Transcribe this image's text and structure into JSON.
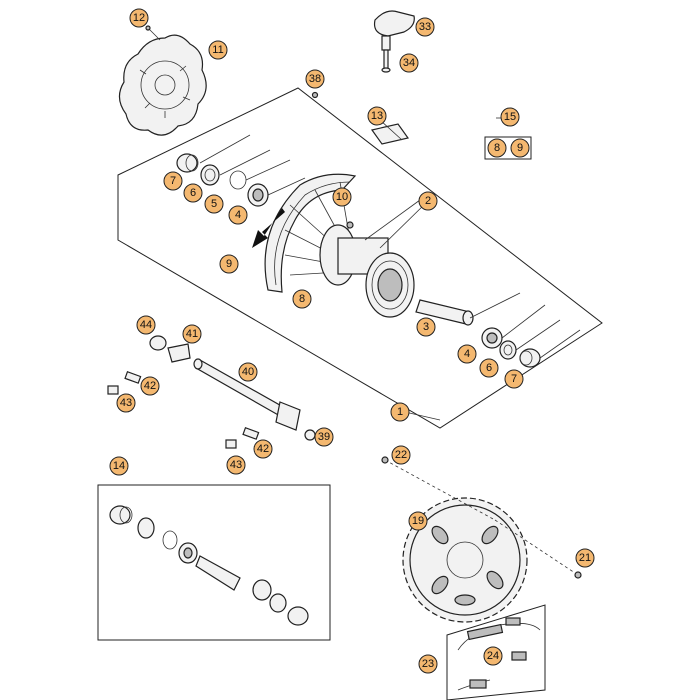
{
  "callouts": [
    {
      "id": "c1",
      "label": "1"
    },
    {
      "id": "c2",
      "label": "2"
    },
    {
      "id": "c3",
      "label": "3"
    },
    {
      "id": "c4a",
      "label": "4"
    },
    {
      "id": "c4b",
      "label": "4"
    },
    {
      "id": "c5",
      "label": "5"
    },
    {
      "id": "c6a",
      "label": "6"
    },
    {
      "id": "c6b",
      "label": "6"
    },
    {
      "id": "c7a",
      "label": "7"
    },
    {
      "id": "c7b",
      "label": "7"
    },
    {
      "id": "c8a",
      "label": "8"
    },
    {
      "id": "c8b",
      "label": "8"
    },
    {
      "id": "c9a",
      "label": "9"
    },
    {
      "id": "c9b",
      "label": "9"
    },
    {
      "id": "c10",
      "label": "10"
    },
    {
      "id": "c11",
      "label": "11"
    },
    {
      "id": "c12",
      "label": "12"
    },
    {
      "id": "c13",
      "label": "13"
    },
    {
      "id": "c14",
      "label": "14"
    },
    {
      "id": "c15",
      "label": "15"
    },
    {
      "id": "c19",
      "label": "19"
    },
    {
      "id": "c21",
      "label": "21"
    },
    {
      "id": "c22",
      "label": "22"
    },
    {
      "id": "c23",
      "label": "23"
    },
    {
      "id": "c24",
      "label": "24"
    },
    {
      "id": "c33",
      "label": "33"
    },
    {
      "id": "c34",
      "label": "34"
    },
    {
      "id": "c38",
      "label": "38"
    },
    {
      "id": "c39",
      "label": "39"
    },
    {
      "id": "c40",
      "label": "40"
    },
    {
      "id": "c41",
      "label": "41"
    },
    {
      "id": "c42a",
      "label": "42"
    },
    {
      "id": "c42b",
      "label": "42"
    },
    {
      "id": "c43a",
      "label": "43"
    },
    {
      "id": "c43b",
      "label": "43"
    },
    {
      "id": "c44",
      "label": "44"
    }
  ],
  "colors": {
    "callout_fill": "#f4b870",
    "line": "#222222",
    "part_fill": "#f2f2f2"
  }
}
